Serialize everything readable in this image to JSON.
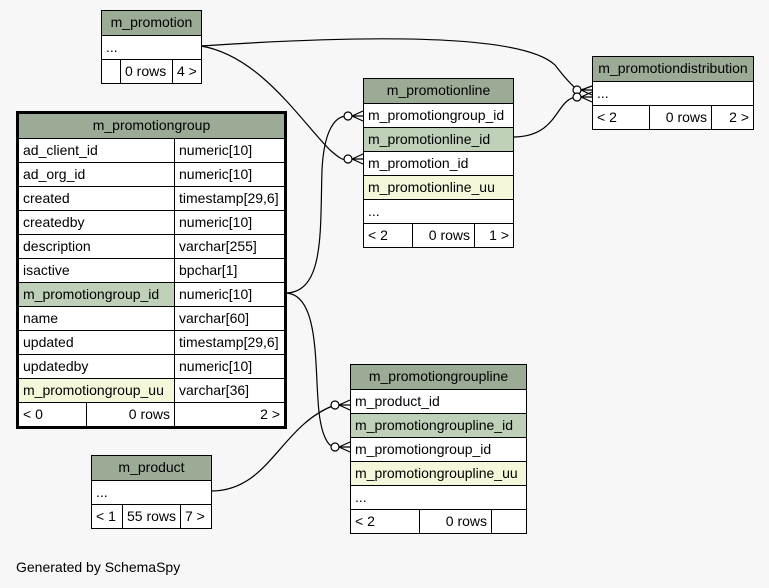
{
  "tables": {
    "m_promotion": {
      "name": "m_promotion",
      "rows": [
        "..."
      ],
      "footer": [
        "",
        "0 rows",
        "4 >"
      ]
    },
    "m_promotionline": {
      "name": "m_promotionline",
      "rows": [
        "m_promotiongroup_id",
        "m_promotionline_id",
        "m_promotion_id",
        "m_promotionline_uu",
        "..."
      ],
      "footer": [
        "< 2",
        "0 rows",
        "1 >"
      ]
    },
    "m_promotiondistribution": {
      "name": "m_promotiondistribution",
      "rows": [
        "..."
      ],
      "footer": [
        "< 2",
        "0 rows",
        "2 >"
      ]
    },
    "m_promotiongroup": {
      "name": "m_promotiongroup",
      "columns": [
        {
          "name": "ad_client_id",
          "type": "numeric[10]"
        },
        {
          "name": "ad_org_id",
          "type": "numeric[10]"
        },
        {
          "name": "created",
          "type": "timestamp[29,6]"
        },
        {
          "name": "createdby",
          "type": "numeric[10]"
        },
        {
          "name": "description",
          "type": "varchar[255]"
        },
        {
          "name": "isactive",
          "type": "bpchar[1]"
        },
        {
          "name": "m_promotiongroup_id",
          "type": "numeric[10]"
        },
        {
          "name": "name",
          "type": "varchar[60]"
        },
        {
          "name": "updated",
          "type": "timestamp[29,6]"
        },
        {
          "name": "updatedby",
          "type": "numeric[10]"
        },
        {
          "name": "m_promotiongroup_uu",
          "type": "varchar[36]"
        }
      ],
      "footer": [
        "< 0",
        "0 rows",
        "2 >"
      ]
    },
    "m_promotiongroupline": {
      "name": "m_promotiongroupline",
      "rows": [
        "m_product_id",
        "m_promotiongroupline_id",
        "m_promotiongroup_id",
        "m_promotiongroupline_uu",
        "..."
      ],
      "footer": [
        "< 2",
        "0 rows",
        ""
      ]
    },
    "m_product": {
      "name": "m_product",
      "rows": [
        "..."
      ],
      "footer": [
        "< 1",
        "55 rows",
        "7 >"
      ]
    }
  },
  "generated_by": "Generated by SchemaSpy",
  "colors": {
    "header": "#9bab96",
    "primary_key": "#bed1b8",
    "unique": "#f4f7da",
    "background": "#f7f7f7"
  }
}
